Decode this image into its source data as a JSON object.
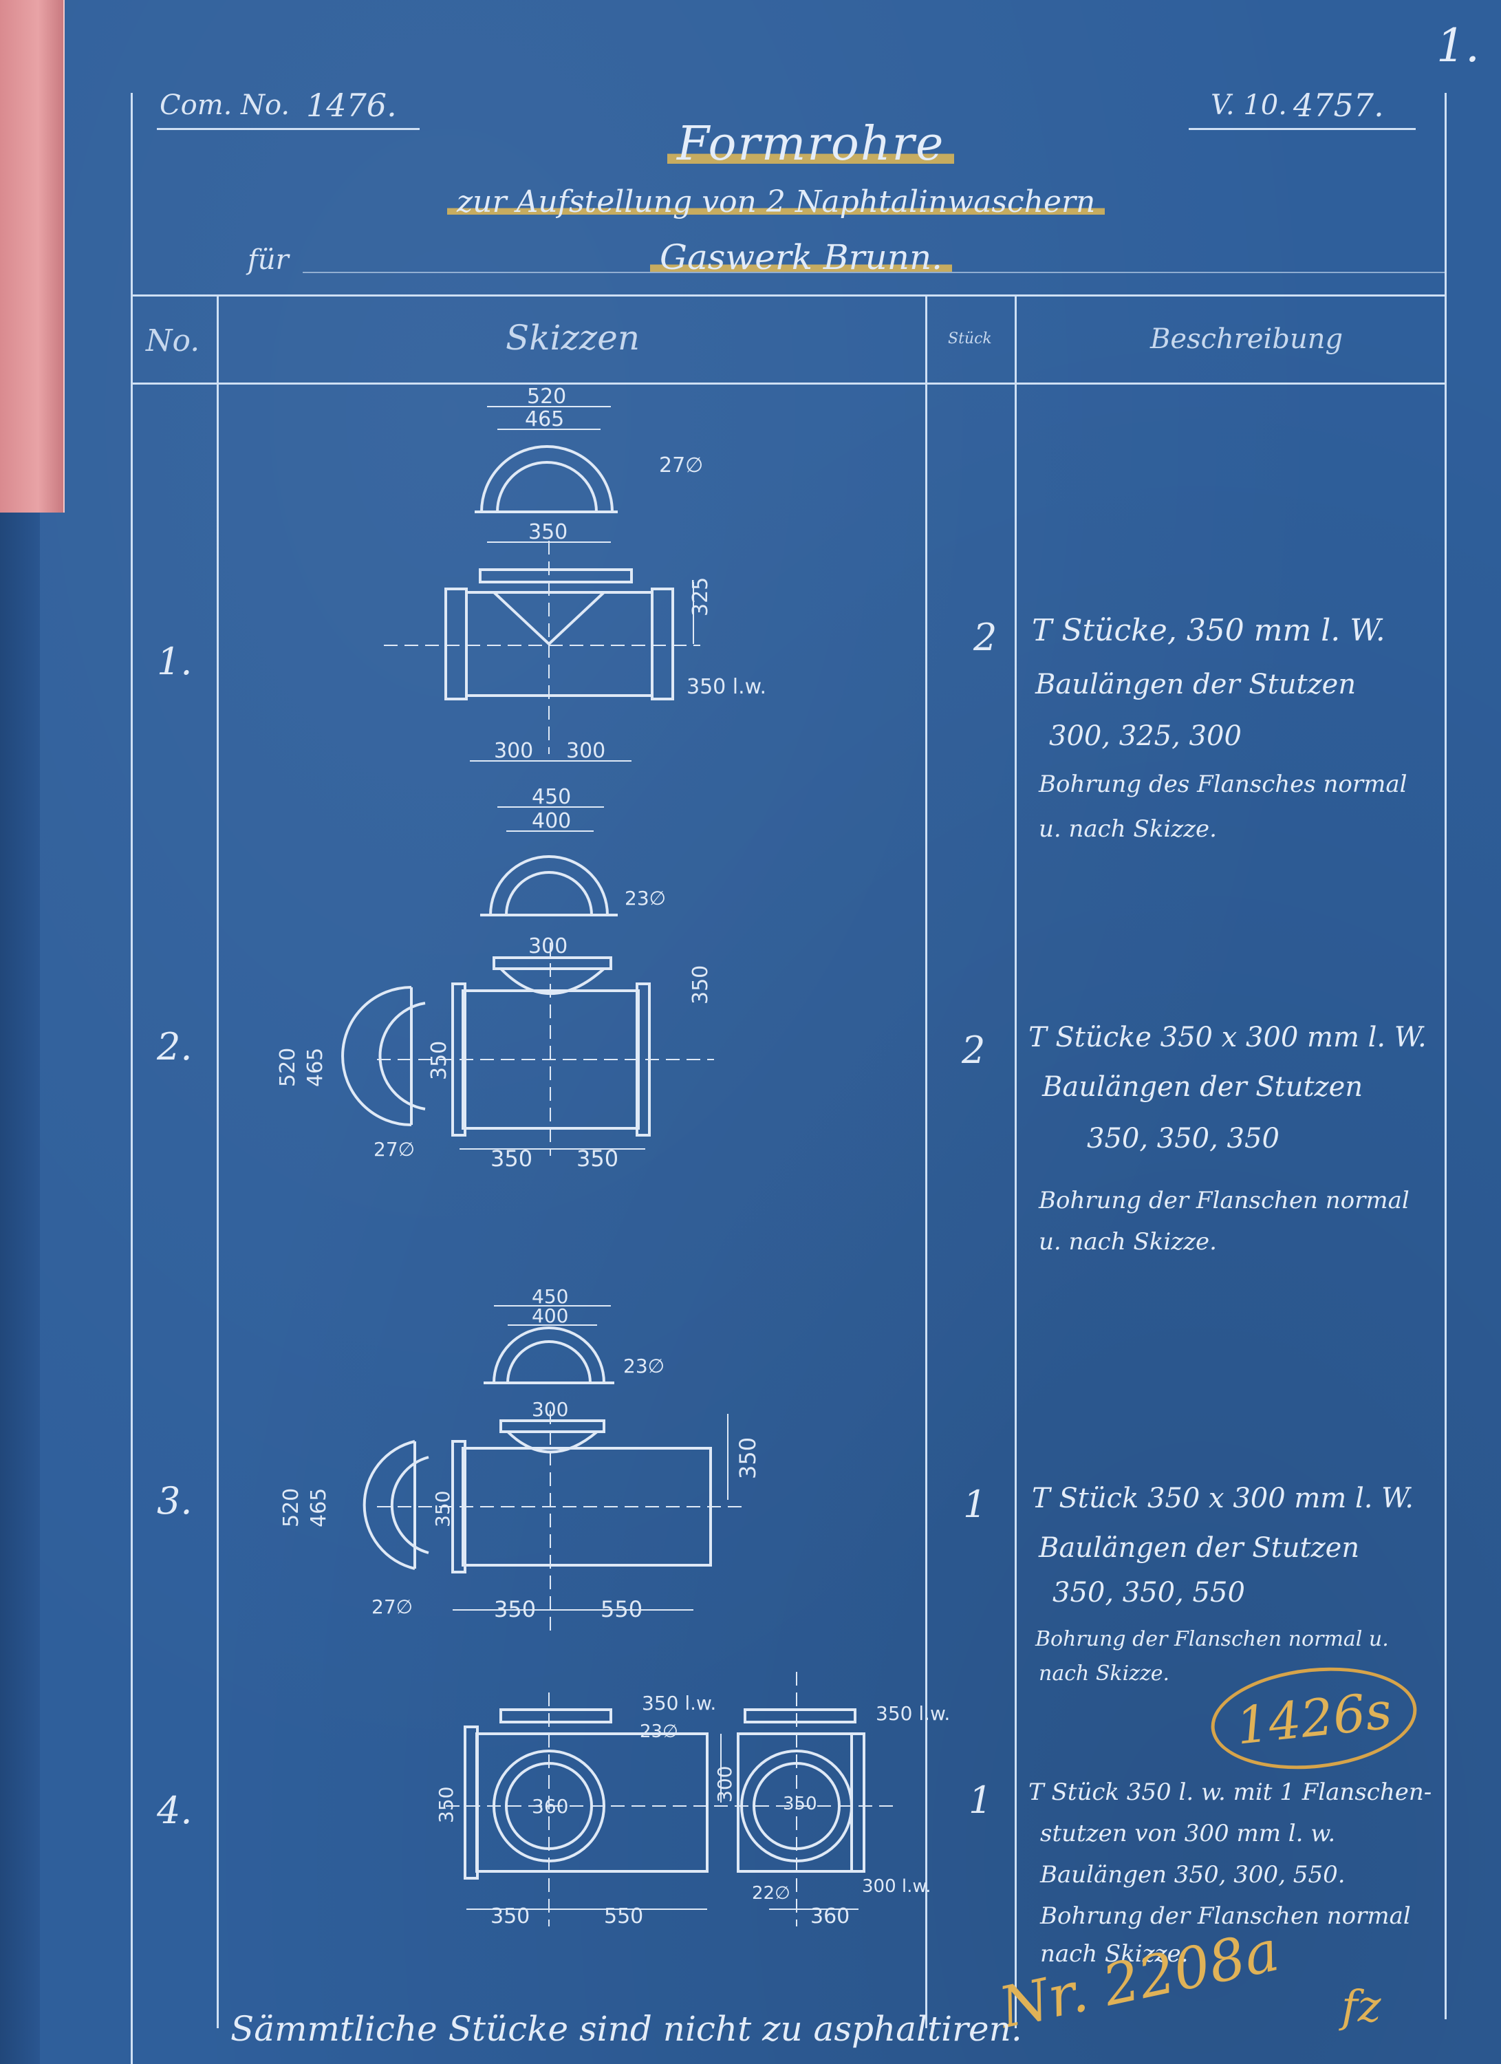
{
  "header": {
    "page_number": "1.",
    "com_label": "Com. No.",
    "com_number": "1476.",
    "v_label": "V. 10.",
    "v_number": "4757.",
    "title": "Formrohre",
    "subtitle": "zur Aufstellung von 2 Naphtalinwaschern",
    "fur_label": "für",
    "client": "Gaswerk Brunn."
  },
  "columns": {
    "no": "No.",
    "sketches": "Skizzen",
    "pieces": "Stück",
    "description": "Beschreibung"
  },
  "rows": [
    {
      "no": "1.",
      "qty": "2",
      "desc": [
        "T Stücke, 350 mm l. W.",
        "Baulängen der Stutzen",
        "300, 325, 300",
        "Bohrung des Flansches normal",
        "u. nach Skizze."
      ],
      "dims": {
        "d520": "520",
        "d465": "465",
        "bolt": "27∅",
        "d350": "350",
        "d325": "325",
        "lw": "350 l.w.",
        "a300": "300",
        "b300": "300"
      }
    },
    {
      "no": "2.",
      "qty": "2",
      "desc": [
        "T Stücke 350 x 300 mm l. W.",
        "Baulängen der Stutzen",
        "350, 350, 350",
        "Bohrung der Flanschen normal",
        "u. nach Skizze."
      ],
      "dims": {
        "d450": "450",
        "d400": "400",
        "bolt_top": "23∅",
        "d300": "300",
        "d350r": "350",
        "d520": "520",
        "d465": "465",
        "d350l": "350",
        "bolt_side": "27∅",
        "a350": "350",
        "b350": "350"
      }
    },
    {
      "no": "3.",
      "qty": "1",
      "desc": [
        "T Stück 350 x 300 mm l. W.",
        "Baulängen der Stutzen",
        "350, 350, 550",
        "Bohrung der Flanschen normal u.",
        "nach Skizze."
      ],
      "dims": {
        "d450": "450",
        "d400": "400",
        "bolt_top": "23∅",
        "d300": "300",
        "d350r": "350",
        "d520": "520",
        "d465": "465",
        "d350l": "350",
        "bolt_side": "27∅",
        "a350": "350",
        "b550": "550"
      }
    },
    {
      "no": "4.",
      "qty": "1",
      "desc": [
        "T Stück 350 l. w. mit 1 Flanschen-",
        "stutzen von 300 mm l. w.",
        "Baulängen 350, 300, 550.",
        "Bohrung der Flanschen normal",
        "nach Skizze."
      ],
      "dims": {
        "lw1": "350 l.w.",
        "lw2": "350 l.w.",
        "bolt1": "23∅",
        "d300v": "300",
        "d360": "360",
        "d350in": "350",
        "d350l": "350",
        "bolt2": "22∅",
        "lw300": "300 l.w.",
        "a350": "350",
        "b550": "550",
        "c360": "360"
      }
    }
  ],
  "footer_note": "Sämmtliche Stücke sind nicht zu asphaltiren.",
  "stamp": "1426s",
  "annotation": "Nr. 2208a",
  "initials": "fz"
}
